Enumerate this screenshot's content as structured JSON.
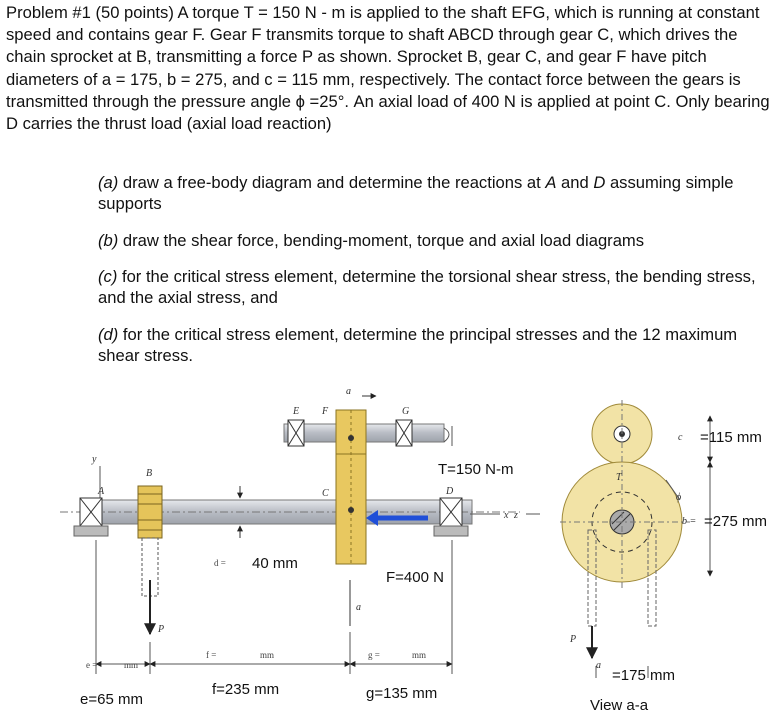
{
  "problem": {
    "text": "Problem #1 (50 points) A torque T = 150 N - m is applied to the shaft EFG, which is running at constant speed and contains gear F. Gear F transmits torque to shaft ABCD through gear C, which drives the chain sprocket at B, transmitting a force P as shown. Sprocket B, gear C, and gear F have pitch diameters of a = 175, b = 275, and c = 115 mm, respectively. The contact force between the gears is transmitted through the pressure angle ϕ =25°. An axial load of 400 N is applied at point C.  Only bearing D carries the thrust load (axial load reaction)"
  },
  "parts": [
    {
      "letter": "(a)",
      "text": " draw a free-body diagram and determine the reactions at ",
      "p1": "A",
      "mid": " and ",
      "p2": "D",
      "tail": " assuming simple supports"
    },
    {
      "letter": "(b)",
      "text": " draw the shear force, bending-moment, torque and axial load diagrams"
    },
    {
      "letter": "(c)",
      "text": " for the critical stress element, determine the torsional shear stress, the bending stress, and the axial stress, and"
    },
    {
      "letter": "(d)",
      "text": " for the critical stress element, determine the principal stresses and the 12 maximum shear stress."
    }
  ],
  "figure": {
    "labels": {
      "torque": "T=150 N-m",
      "diameter": "40 mm",
      "axial_force": "F=400 N",
      "e": "e=65 mm",
      "f": "f=235 mm",
      "g": "g=135 mm",
      "c": "=115 mm",
      "b": "=275 mm",
      "a": "=175 mm",
      "view": "View a-a"
    },
    "small_labels": {
      "y": "y",
      "A": "A",
      "B": "B",
      "C": "C",
      "D": "D",
      "E": "E",
      "F": "F",
      "G": "G",
      "a_top": "a",
      "a_bottom": "a",
      "x": "x",
      "z": "z",
      "P": "P",
      "P_right": "P",
      "d_eq": "d =",
      "e_eq": "e =",
      "f_eq": "f =",
      "g_eq": "g =",
      "mm1": "mm",
      "mm2": "mm",
      "mm3": "mm",
      "T_right": "T",
      "phi": "ϕ",
      "c_small": "c",
      "b_small": "b =",
      "a_small": "a"
    },
    "colors": {
      "shaft": "#c9ccd3",
      "gear": "#e8c860",
      "arrow": "#1f4fd8"
    }
  }
}
